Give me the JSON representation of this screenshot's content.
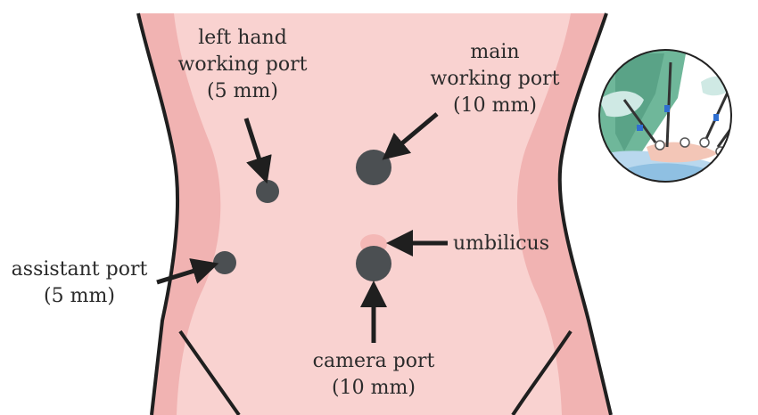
{
  "labels": {
    "left_hand_port": [
      "left hand",
      "working port",
      "(5 mm)"
    ],
    "main_port": [
      "main",
      "working port",
      "(10 mm)"
    ],
    "umbilicus": "umbilicus",
    "assistant_port": [
      "assistant port",
      "(5 mm)"
    ],
    "camera_port": [
      "camera port",
      "(10 mm)"
    ]
  },
  "colors": {
    "skin": "#f9d2d0",
    "skin_shadow": "#f1b3b2",
    "outline": "#1f1f1f",
    "port": "#4b4f52",
    "umbilicus": "#f4b8b6",
    "inset_drape": "#6fb79a",
    "inset_glove": "#cfe9e4"
  }
}
